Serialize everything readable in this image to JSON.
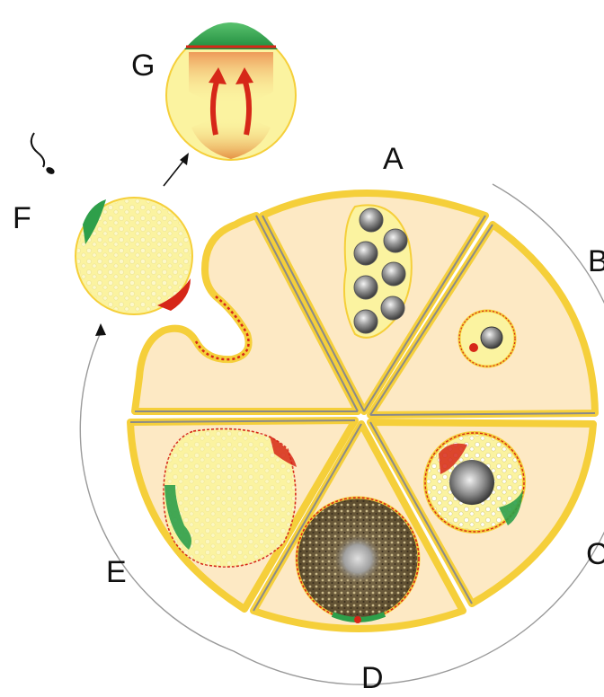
{
  "labels": {
    "a": "A",
    "b": "B",
    "c": "C",
    "d": "D",
    "e": "E",
    "f": "F",
    "g": "G"
  },
  "colors": {
    "cytoplasm": "#fde9c4",
    "wall": "#f5cf3a",
    "yolk": "#fbf3a0",
    "cortex_red": "#d62718",
    "pole_green": "#2e9f4a",
    "nucleus_grey": "#8e8e8e",
    "granular_brown": "#6b5a3a",
    "sperm": "#111111"
  }
}
